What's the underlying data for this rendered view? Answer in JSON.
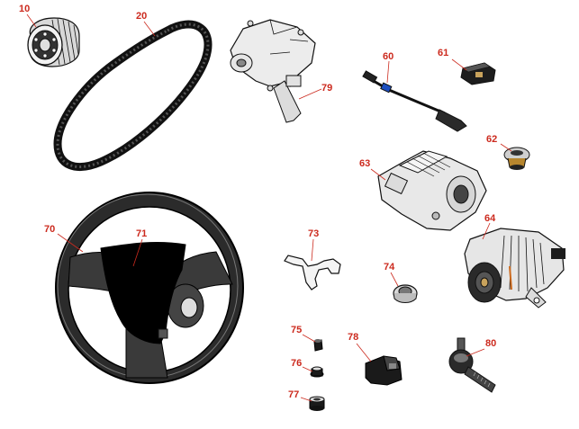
{
  "diagram": {
    "callout_color": "#cc2a1e",
    "line_color": "#cc2a1e",
    "parts": [
      {
        "id": "p10",
        "number": "10",
        "icon": "oil-filter-icon"
      },
      {
        "id": "p20",
        "number": "20",
        "icon": "drive-belt-icon"
      },
      {
        "id": "p79",
        "number": "79",
        "icon": "water-pump-icon"
      },
      {
        "id": "p60",
        "number": "60",
        "icon": "sensor-cable-icon"
      },
      {
        "id": "p61",
        "number": "61",
        "icon": "relay-icon"
      },
      {
        "id": "p62",
        "number": "62",
        "icon": "thermostat-icon"
      },
      {
        "id": "p63",
        "number": "63",
        "icon": "starter-motor-icon"
      },
      {
        "id": "p64",
        "number": "64",
        "icon": "alternator-icon"
      },
      {
        "id": "p70",
        "number": "70",
        "icon": "steering-wheel-icon"
      },
      {
        "id": "p71",
        "number": "71",
        "icon": "steering-wheel-cover-icon"
      },
      {
        "id": "p73",
        "number": "73",
        "icon": "wire-clip-icon"
      },
      {
        "id": "p74",
        "number": "74",
        "icon": "grommet-icon"
      },
      {
        "id": "p75",
        "number": "75",
        "icon": "nut-icon"
      },
      {
        "id": "p76",
        "number": "76",
        "icon": "washer-nut-icon"
      },
      {
        "id": "p77",
        "number": "77",
        "icon": "flange-nut-icon"
      },
      {
        "id": "p78",
        "number": "78",
        "icon": "bracket-icon"
      },
      {
        "id": "p80",
        "number": "80",
        "icon": "tie-rod-end-icon"
      }
    ]
  }
}
